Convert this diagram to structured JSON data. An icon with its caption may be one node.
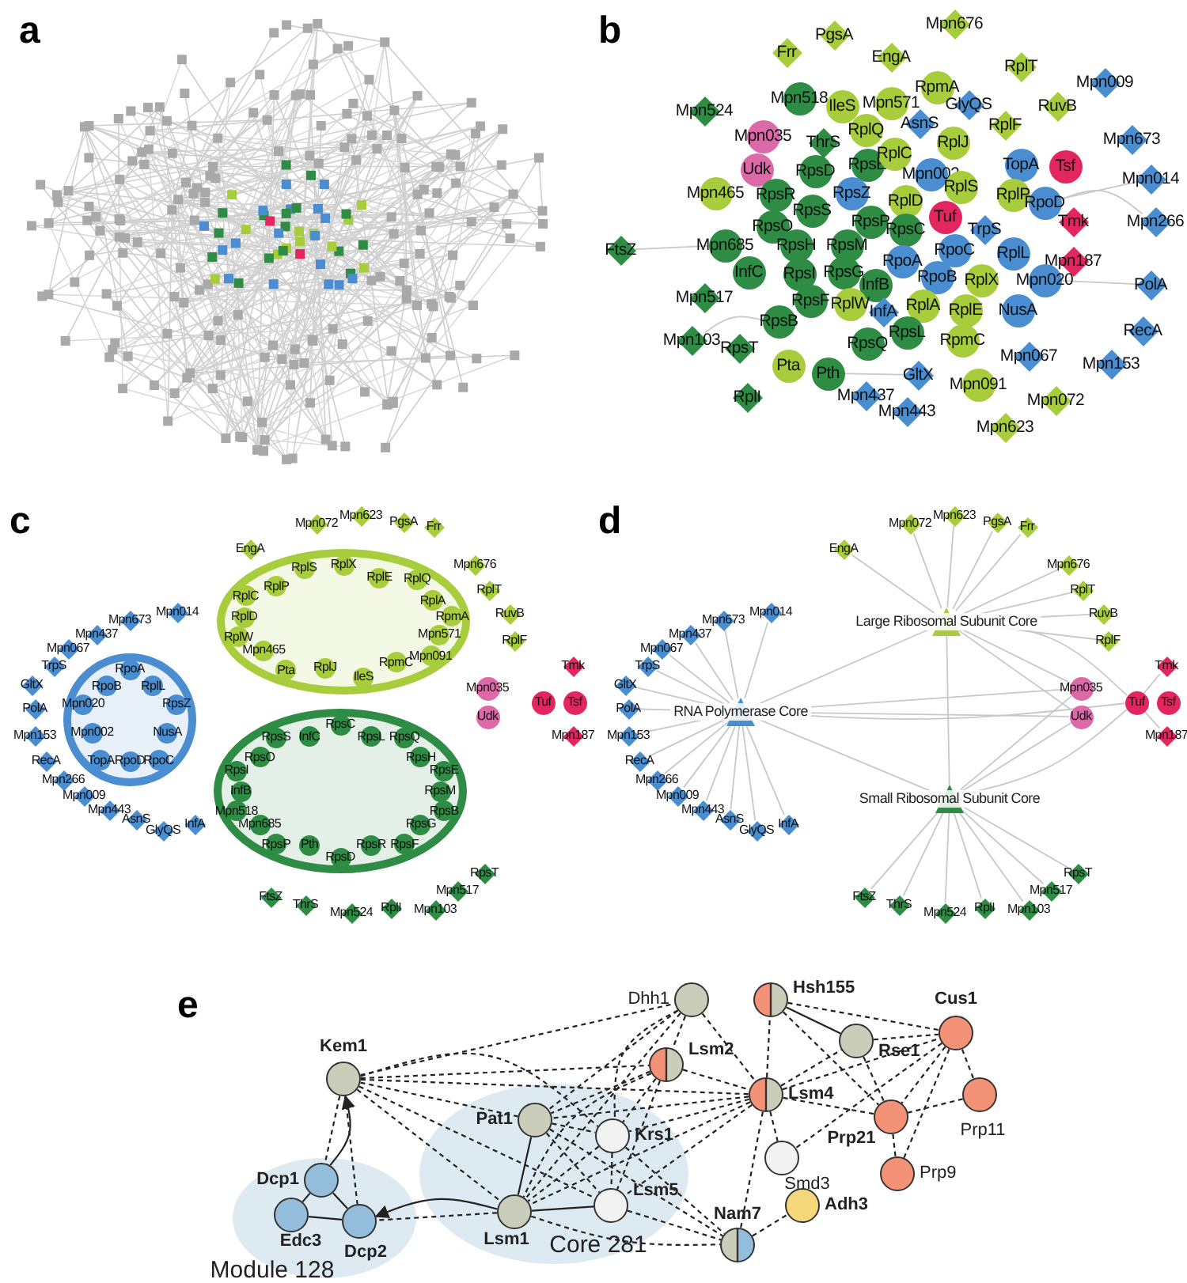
{
  "diagram": {
    "nodes": [
      {
        "text": [
          "Mpn676"
        ]
      },
      {
        "text": [
          "PgsA"
        ]
      },
      {
        "text": [
          "Frr"
        ]
      },
      {
        "text": [
          "EngA"
        ]
      },
      {
        "text": [
          "RplT"
        ]
      },
      {
        "text": [
          "Mpn009"
        ]
      },
      {
        "text": [
          "RpmA"
        ]
      },
      {
        "text": [
          "Mpn524"
        ]
      },
      {
        "text": [
          "Mpn518"
        ]
      },
      {
        "text": [
          "IleS"
        ]
      },
      {
        "text": [
          "Mpn571"
        ]
      },
      {
        "text": [
          "GlyQS"
        ]
      },
      {
        "text": [
          "RuvB"
        ]
      },
      {
        "text": [
          "Mpn035"
        ]
      },
      {
        "text": [
          "ThrS"
        ]
      },
      {
        "text": [
          "RplQ"
        ]
      },
      {
        "text": [
          "AsnS"
        ]
      },
      {
        "text": [
          "RplF"
        ]
      },
      {
        "text": [
          "RplJ"
        ]
      },
      {
        "text": [
          "Mpn673"
        ]
      },
      {
        "text": [
          "Udk"
        ]
      },
      {
        "text": [
          "RpsD"
        ]
      },
      {
        "text": [
          "RpsE"
        ]
      },
      {
        "text": [
          "RplC"
        ]
      },
      {
        "text": [
          "TopA"
        ]
      },
      {
        "text": [
          "Tsf"
        ]
      },
      {
        "text": [
          "Mpn014"
        ]
      },
      {
        "text": [
          "Mpn002"
        ]
      },
      {
        "text": [
          "RplS"
        ]
      },
      {
        "text": [
          "RplP"
        ]
      },
      {
        "text": [
          "RpoD"
        ]
      },
      {
        "text": [
          "Mpn465"
        ]
      },
      {
        "text": [
          "RpsR"
        ]
      },
      {
        "text": [
          "RpsZ"
        ]
      },
      {
        "text": [
          "RpsS"
        ]
      },
      {
        "text": [
          "RplD"
        ]
      },
      {
        "text": [
          "Tuf"
        ]
      },
      {
        "text": [
          "Tmk"
        ]
      },
      {
        "text": [
          "Mpn266"
        ]
      },
      {
        "text": [
          "RpsO"
        ]
      },
      {
        "text": [
          "RpsP"
        ]
      },
      {
        "text": [
          "RpsC"
        ]
      },
      {
        "text": [
          "TrpS"
        ]
      },
      {
        "text": [
          "Mpn685"
        ]
      },
      {
        "text": [
          "RpsH"
        ]
      },
      {
        "text": [
          "RpsM"
        ]
      },
      {
        "text": [
          "RpoC"
        ]
      },
      {
        "text": [
          "RplL"
        ]
      },
      {
        "text": [
          "FtsZ"
        ]
      },
      {
        "text": [
          "Mpn187"
        ]
      },
      {
        "text": [
          "InfC"
        ]
      },
      {
        "text": [
          "RpsI"
        ]
      },
      {
        "text": [
          "RpsG"
        ]
      },
      {
        "text": [
          "RpoA"
        ]
      },
      {
        "text": [
          "InfB"
        ]
      },
      {
        "text": [
          "RpoB"
        ]
      },
      {
        "text": [
          "RplX"
        ]
      },
      {
        "text": [
          "Mpn020"
        ]
      },
      {
        "text": [
          "PolA"
        ]
      },
      {
        "text": [
          "Mpn517"
        ]
      },
      {
        "text": [
          "RpsF"
        ]
      },
      {
        "text": [
          "RplW"
        ]
      },
      {
        "text": [
          "InfA"
        ]
      },
      {
        "text": [
          "RplA"
        ]
      },
      {
        "text": [
          "RplE"
        ]
      },
      {
        "text": [
          "NusA"
        ]
      },
      {
        "text": [
          "RecA"
        ]
      },
      {
        "text": [
          "RpsB"
        ]
      },
      {
        "text": [
          "RpsL"
        ]
      },
      {
        "text": [
          "RpmC"
        ]
      },
      {
        "text": [
          "Mpn103"
        ]
      },
      {
        "text": [
          "RpsT"
        ]
      },
      {
        "text": [
          "RpsQ"
        ]
      },
      {
        "text": [
          "Mpn067"
        ]
      },
      {
        "text": [
          "Mpn153"
        ]
      },
      {
        "text": [
          "Pta"
        ]
      },
      {
        "text": [
          "Pth"
        ]
      },
      {
        "text": [
          "GltX"
        ]
      },
      {
        "text": [
          "Mpn091"
        ]
      },
      {
        "text": [
          "Mpn072"
        ]
      },
      {
        "text": [
          "RplI"
        ]
      },
      {
        "text": [
          "Mpn437"
        ]
      },
      {
        "text": [
          "Mpn443"
        ]
      },
      {
        "text": [
          "Mpn623"
        ]
      },
      {
        "text": [],
        "shape": "ellipse"
      },
      {
        "text": [
          "RplX"
        ],
        "in": 84
      },
      {
        "text": [
          "RplE"
        ],
        "in": 84
      },
      {
        "text": [
          "RplQ"
        ],
        "in": 84
      },
      {
        "text": [
          "RplA"
        ],
        "in": 84
      },
      {
        "text": [
          "RpmA"
        ],
        "in": 84
      },
      {
        "text": [
          "Mpn571"
        ],
        "in": 84
      },
      {
        "text": [
          "Mpn091"
        ],
        "in": 84
      },
      {
        "text": [
          "RpmC"
        ],
        "in": 84
      },
      {
        "text": [
          "IleS"
        ],
        "in": 84
      },
      {
        "text": [
          "RplJ"
        ],
        "in": 84
      },
      {
        "text": [
          "Pta"
        ],
        "in": 84
      },
      {
        "text": [
          "Mpn465"
        ],
        "in": 84
      },
      {
        "text": [
          "RplW"
        ],
        "in": 84
      },
      {
        "text": [
          "RplD"
        ],
        "in": 84
      },
      {
        "text": [
          "RplC"
        ],
        "in": 84
      },
      {
        "text": [
          "RplP"
        ],
        "in": 84
      },
      {
        "text": [
          "RplS"
        ],
        "in": 84
      },
      {
        "text": [],
        "shape": "circle"
      },
      {
        "text": [
          "RpoA"
        ],
        "in": 102
      },
      {
        "text": [
          "RplL"
        ],
        "in": 102
      },
      {
        "text": [
          "RpsZ"
        ],
        "in": 102
      },
      {
        "text": [
          "NusA"
        ],
        "in": 102
      },
      {
        "text": [
          "RpoC"
        ],
        "in": 102
      },
      {
        "text": [
          "RpoD"
        ],
        "in": 102
      },
      {
        "text": [
          "TopA"
        ],
        "in": 102
      },
      {
        "text": [
          "Mpn002"
        ],
        "in": 102
      },
      {
        "text": [
          "Mpn020"
        ],
        "in": 102
      },
      {
        "text": [
          "RpoB"
        ],
        "in": 102
      },
      {
        "text": [],
        "shape": "ellipse"
      },
      {
        "text": [
          "RpsC"
        ],
        "in": 113
      },
      {
        "text": [
          "RpsL"
        ],
        "in": 113
      },
      {
        "text": [
          "RpsQ"
        ],
        "in": 113
      },
      {
        "text": [
          "RpsH"
        ],
        "in": 113
      },
      {
        "text": [
          "RpsE"
        ],
        "in": 113
      },
      {
        "text": [
          "RpsM"
        ],
        "in": 113
      },
      {
        "text": [
          "RpsB"
        ],
        "in": 113
      },
      {
        "text": [
          "RpsG"
        ],
        "in": 113
      },
      {
        "text": [
          "RpsF"
        ],
        "in": 113
      },
      {
        "text": [
          "RpsR"
        ],
        "in": 113
      },
      {
        "text": [
          "RpsD"
        ],
        "in": 113
      },
      {
        "text": [
          "Pth"
        ],
        "in": 113
      },
      {
        "text": [
          "RpsP"
        ],
        "in": 113
      },
      {
        "text": [
          "Mpn685"
        ],
        "in": 113
      },
      {
        "text": [
          "Mpn518"
        ],
        "in": 113
      },
      {
        "text": [
          "InfB"
        ],
        "in": 113
      },
      {
        "text": [
          "RpsI"
        ],
        "in": 113
      },
      {
        "text": [
          "RpsO"
        ],
        "in": 113
      },
      {
        "text": [
          "RpsS"
        ],
        "in": 113
      },
      {
        "text": [
          "InfC"
        ],
        "in": 113
      },
      {
        "text": [
          "EngA"
        ]
      },
      {
        "text": [
          "Mpn072"
        ]
      },
      {
        "text": [
          "Mpn623"
        ]
      },
      {
        "text": [
          "PgsA"
        ]
      },
      {
        "text": [
          "Frr"
        ]
      },
      {
        "text": [
          "Mpn676"
        ]
      },
      {
        "text": [
          "RplT"
        ]
      },
      {
        "text": [
          "RuvB"
        ]
      },
      {
        "text": [
          "RplF"
        ]
      },
      {
        "text": [
          "Mpn673"
        ]
      },
      {
        "text": [
          "Mpn014"
        ]
      },
      {
        "text": [
          "Mpn437"
        ]
      },
      {
        "text": [
          "Mpn067"
        ]
      },
      {
        "text": [
          "TrpS"
        ]
      },
      {
        "text": [
          "GltX"
        ]
      },
      {
        "text": [
          "PolA"
        ]
      },
      {
        "text": [
          "Mpn153"
        ]
      },
      {
        "text": [
          "RecA"
        ]
      },
      {
        "text": [
          "Mpn266"
        ]
      },
      {
        "text": [
          "Mpn009"
        ]
      },
      {
        "text": [
          "Mpn443"
        ]
      },
      {
        "text": [
          "AsnS"
        ]
      },
      {
        "text": [
          "GlyQS"
        ]
      },
      {
        "text": [
          "InfA"
        ]
      },
      {
        "text": [
          "Tmk"
        ]
      },
      {
        "text": [
          "Mpn035"
        ]
      },
      {
        "text": [
          "Tuf"
        ]
      },
      {
        "text": [
          "Tsf"
        ]
      },
      {
        "text": [
          "Udk"
        ]
      },
      {
        "text": [
          "Mpn187"
        ]
      },
      {
        "text": [
          "RpsT"
        ]
      },
      {
        "text": [
          "Mpn517"
        ]
      },
      {
        "text": [
          "Mpn103"
        ]
      },
      {
        "text": [
          "RplI"
        ]
      },
      {
        "text": [
          "Mpn524"
        ]
      },
      {
        "text": [
          "ThrS"
        ]
      },
      {
        "text": [
          "FtsZ"
        ]
      },
      {
        "text": [
          "Large Ribosomal Subunit Core"
        ]
      },
      {
        "text": [
          "RNA Polymerase Core"
        ]
      },
      {
        "text": [
          "Small Ribosomal Subunit Core"
        ]
      },
      {
        "text": [
          "EngA"
        ]
      },
      {
        "text": [
          "Mpn072"
        ]
      },
      {
        "text": [
          "Mpn623"
        ]
      },
      {
        "text": [
          "PgsA"
        ]
      },
      {
        "text": [
          "Frr"
        ]
      },
      {
        "text": [
          "Mpn676"
        ]
      },
      {
        "text": [
          "RplT"
        ]
      },
      {
        "text": [
          "RuvB"
        ]
      },
      {
        "text": [
          "RplF"
        ]
      },
      {
        "text": [
          "Mpn673"
        ]
      },
      {
        "text": [
          "Mpn014"
        ]
      },
      {
        "text": [
          "Mpn437"
        ]
      },
      {
        "text": [
          "Mpn067"
        ]
      },
      {
        "text": [
          "TrpS"
        ]
      },
      {
        "text": [
          "GltX"
        ]
      },
      {
        "text": [
          "PolA"
        ]
      },
      {
        "text": [
          "Mpn153"
        ]
      },
      {
        "text": [
          "RecA"
        ]
      },
      {
        "text": [
          "Mpn266"
        ]
      },
      {
        "text": [
          "Mpn009"
        ]
      },
      {
        "text": [
          "Mpn443"
        ]
      },
      {
        "text": [
          "AsnS"
        ]
      },
      {
        "text": [
          "GlyQS"
        ]
      },
      {
        "text": [
          "InfA"
        ]
      },
      {
        "text": [
          "Tmk"
        ]
      },
      {
        "text": [
          "Mpn035"
        ]
      },
      {
        "text": [
          "Tuf"
        ]
      },
      {
        "text": [
          "Tsf"
        ]
      },
      {
        "text": [
          "Udk"
        ]
      },
      {
        "text": [
          "Mpn187"
        ]
      },
      {
        "text": [
          "RpsT"
        ]
      },
      {
        "text": [
          "Mpn517"
        ]
      },
      {
        "text": [
          "Mpn103"
        ]
      },
      {
        "text": [
          "RplI"
        ]
      },
      {
        "text": [
          "Mpn524"
        ]
      },
      {
        "text": [
          "ThrS"
        ]
      },
      {
        "text": [
          "FtsZ"
        ]
      },
      {
        "text": [
          "Module 128"
        ]
      },
      {
        "text": [
          "Dcp1"
        ],
        "in": 211
      },
      {
        "text": [
          "Edc3"
        ],
        "in": 211
      },
      {
        "text": [
          "Dcp2"
        ],
        "in": 211
      },
      {
        "text": [
          "Core 281"
        ]
      },
      {
        "text": [
          "Pat1"
        ],
        "in": 215
      },
      {
        "text": [
          "Krs1"
        ],
        "in": 215
      },
      {
        "text": [
          "Lsm5"
        ],
        "in": 215
      },
      {
        "text": [
          "Lsm1"
        ],
        "in": 215
      },
      {
        "text": [
          "Kem1"
        ]
      },
      {
        "text": [
          "Dhh1"
        ]
      },
      {
        "text": [
          "Hsh155"
        ]
      },
      {
        "text": [
          "Cus1"
        ]
      },
      {
        "text": [
          "Lsm2"
        ]
      },
      {
        "text": [
          "Rse1"
        ]
      },
      {
        "text": [
          "Lsm4"
        ]
      },
      {
        "text": [
          "Prp11"
        ]
      },
      {
        "text": [
          "Prp21"
        ]
      },
      {
        "text": [
          "Smd3"
        ]
      },
      {
        "text": [
          "Prp9"
        ]
      },
      {
        "text": [
          "Nam7"
        ]
      },
      {
        "text": [
          "Adh3"
        ]
      }
    ],
    "edges": [
      {
        "from": 48,
        "to": 43,
        "arrow": "none",
        "color": "#c8c8c8"
      },
      {
        "from": 58,
        "to": 57,
        "arrow": "none",
        "color": "#c8c8c8"
      },
      {
        "from": 38,
        "to": 30,
        "arrow": "none",
        "color": "#c8c8c8"
      },
      {
        "from": 26,
        "to": 30,
        "arrow": "none",
        "color": "#c8c8c8"
      },
      {
        "from": 76,
        "to": 77,
        "arrow": "none",
        "color": "#c8c8c8"
      },
      {
        "from": 70,
        "to": 67,
        "arrow": "none",
        "color": "#c8c8c8"
      },
      {
        "from": 171,
        "to": 174,
        "arrow": "none",
        "color": "#c8c8c8"
      },
      {
        "from": 171,
        "to": 175,
        "arrow": "none",
        "color": "#c8c8c8"
      },
      {
        "from": 171,
        "to": 176,
        "arrow": "none",
        "color": "#c8c8c8"
      },
      {
        "from": 171,
        "to": 177,
        "arrow": "none",
        "color": "#c8c8c8"
      },
      {
        "from": 171,
        "to": 178,
        "arrow": "none",
        "color": "#c8c8c8"
      },
      {
        "from": 171,
        "to": 179,
        "arrow": "none",
        "color": "#c8c8c8"
      },
      {
        "from": 171,
        "to": 180,
        "arrow": "none",
        "color": "#c8c8c8"
      },
      {
        "from": 171,
        "to": 181,
        "arrow": "none",
        "color": "#c8c8c8"
      },
      {
        "from": 171,
        "to": 182,
        "arrow": "none",
        "color": "#c8c8c8"
      },
      {
        "from": 172,
        "to": 183,
        "arrow": "none",
        "color": "#c8c8c8"
      },
      {
        "from": 172,
        "to": 184,
        "arrow": "none",
        "color": "#c8c8c8"
      },
      {
        "from": 172,
        "to": 185,
        "arrow": "none",
        "color": "#c8c8c8"
      },
      {
        "from": 172,
        "to": 186,
        "arrow": "none",
        "color": "#c8c8c8"
      },
      {
        "from": 172,
        "to": 187,
        "arrow": "none",
        "color": "#c8c8c8"
      },
      {
        "from": 172,
        "to": 188,
        "arrow": "none",
        "color": "#c8c8c8"
      },
      {
        "from": 172,
        "to": 189,
        "arrow": "none",
        "color": "#c8c8c8"
      },
      {
        "from": 172,
        "to": 190,
        "arrow": "none",
        "color": "#c8c8c8"
      },
      {
        "from": 172,
        "to": 191,
        "arrow": "none",
        "color": "#c8c8c8"
      },
      {
        "from": 172,
        "to": 192,
        "arrow": "none",
        "color": "#c8c8c8"
      },
      {
        "from": 172,
        "to": 193,
        "arrow": "none",
        "color": "#c8c8c8"
      },
      {
        "from": 172,
        "to": 194,
        "arrow": "none",
        "color": "#c8c8c8"
      },
      {
        "from": 172,
        "to": 195,
        "arrow": "none",
        "color": "#c8c8c8"
      },
      {
        "from": 172,
        "to": 196,
        "arrow": "none",
        "color": "#c8c8c8"
      },
      {
        "from": 172,
        "to": 197,
        "arrow": "none",
        "color": "#c8c8c8"
      },
      {
        "from": 173,
        "to": 204,
        "arrow": "none",
        "color": "#c8c8c8"
      },
      {
        "from": 173,
        "to": 205,
        "arrow": "none",
        "color": "#c8c8c8"
      },
      {
        "from": 173,
        "to": 206,
        "arrow": "none",
        "color": "#c8c8c8"
      },
      {
        "from": 173,
        "to": 207,
        "arrow": "none",
        "color": "#c8c8c8"
      },
      {
        "from": 173,
        "to": 208,
        "arrow": "none",
        "color": "#c8c8c8"
      },
      {
        "from": 173,
        "to": 209,
        "arrow": "none",
        "color": "#c8c8c8"
      },
      {
        "from": 173,
        "to": 210,
        "arrow": "none",
        "color": "#c8c8c8"
      },
      {
        "from": 171,
        "to": 172,
        "arrow": "none",
        "color": "#c8c8c8"
      },
      {
        "from": 172,
        "to": 173,
        "arrow": "none",
        "color": "#c8c8c8"
      },
      {
        "from": 171,
        "to": 173,
        "arrow": "none",
        "color": "#c8c8c8"
      },
      {
        "from": 171,
        "to": 199,
        "arrow": "none",
        "color": "#c8c8c8"
      },
      {
        "from": 171,
        "to": 202,
        "arrow": "none",
        "color": "#c8c8c8"
      },
      {
        "from": 171,
        "to": 200,
        "arrow": "none",
        "color": "#c8c8c8"
      },
      {
        "from": 172,
        "to": 199,
        "arrow": "none",
        "color": "#c8c8c8"
      },
      {
        "from": 172,
        "to": 202,
        "arrow": "none",
        "color": "#c8c8c8"
      },
      {
        "from": 172,
        "to": 200,
        "arrow": "none",
        "color": "#c8c8c8"
      },
      {
        "from": 173,
        "to": 199,
        "arrow": "none",
        "color": "#c8c8c8"
      },
      {
        "from": 173,
        "to": 202,
        "arrow": "none",
        "color": "#c8c8c8"
      },
      {
        "from": 173,
        "to": 200,
        "arrow": "none",
        "color": "#c8c8c8"
      },
      {
        "from": 200,
        "to": 198,
        "arrow": "none",
        "color": "#c8c8c8"
      },
      {
        "from": 200,
        "to": 203,
        "arrow": "none",
        "color": "#c8c8c8"
      },
      {
        "from": 212,
        "to": 213,
        "arrow": "none"
      },
      {
        "from": 212,
        "to": 214,
        "arrow": "none"
      },
      {
        "from": 213,
        "to": 214,
        "arrow": "none"
      },
      {
        "from": 216,
        "to": 219,
        "arrow": "none"
      },
      {
        "from": 219,
        "to": 218,
        "arrow": "none"
      },
      {
        "from": 222,
        "to": 225,
        "arrow": "none"
      },
      {
        "from": 220,
        "to": 212,
        "arrow": "none",
        "style": "dashed"
      },
      {
        "from": 212,
        "to": 220,
        "arrow": "to"
      },
      {
        "from": 220,
        "to": 214,
        "arrow": "none",
        "style": "dashed"
      },
      {
        "from": 219,
        "to": 214,
        "arrow": "none",
        "style": "dashed"
      },
      {
        "from": 219,
        "to": 214,
        "arrow": "to"
      },
      {
        "from": 220,
        "to": 216,
        "arrow": "none",
        "style": "dashed"
      },
      {
        "from": 220,
        "to": 219,
        "arrow": "none",
        "style": "dashed"
      },
      {
        "from": 220,
        "to": 217,
        "arrow": "none",
        "style": "dashed"
      },
      {
        "from": 220,
        "to": 218,
        "arrow": "none",
        "style": "dashed"
      },
      {
        "from": 220,
        "to": 224,
        "arrow": "none",
        "style": "dashed"
      },
      {
        "from": 220,
        "to": 226,
        "arrow": "none",
        "style": "dashed"
      },
      {
        "from": 220,
        "to": 221,
        "arrow": "none",
        "style": "dashed"
      },
      {
        "from": 221,
        "to": 216,
        "arrow": "none",
        "style": "dashed"
      },
      {
        "from": 221,
        "to": 224,
        "arrow": "none",
        "style": "dashed"
      },
      {
        "from": 221,
        "to": 226,
        "arrow": "none",
        "style": "dashed"
      },
      {
        "from": 221,
        "to": 217,
        "arrow": "none",
        "style": "dashed"
      },
      {
        "from": 221,
        "to": 219,
        "arrow": "none",
        "style": "dashed"
      },
      {
        "from": 224,
        "to": 216,
        "arrow": "none",
        "style": "dashed"
      },
      {
        "from": 224,
        "to": 226,
        "arrow": "none",
        "style": "dashed"
      },
      {
        "from": 224,
        "to": 217,
        "arrow": "none",
        "style": "dashed"
      },
      {
        "from": 224,
        "to": 219,
        "arrow": "none",
        "style": "dashed"
      },
      {
        "from": 224,
        "to": 218,
        "arrow": "none",
        "style": "dashed"
      },
      {
        "from": 226,
        "to": 216,
        "arrow": "none",
        "style": "dashed"
      },
      {
        "from": 226,
        "to": 217,
        "arrow": "none",
        "style": "dashed"
      },
      {
        "from": 226,
        "to": 218,
        "arrow": "none",
        "style": "dashed"
      },
      {
        "from": 226,
        "to": 219,
        "arrow": "none",
        "style": "dashed"
      },
      {
        "from": 226,
        "to": 229,
        "arrow": "none",
        "style": "dashed"
      },
      {
        "from": 226,
        "to": 228,
        "arrow": "none",
        "style": "dashed"
      },
      {
        "from": 226,
        "to": 222,
        "arrow": "none",
        "style": "dashed"
      },
      {
        "from": 226,
        "to": 225,
        "arrow": "none",
        "style": "dashed"
      },
      {
        "from": 226,
        "to": 223,
        "arrow": "none",
        "style": "dashed"
      },
      {
        "from": 226,
        "to": 231,
        "arrow": "none",
        "style": "dashed"
      },
      {
        "from": 222,
        "to": 228,
        "arrow": "none",
        "style": "dashed"
      },
      {
        "from": 222,
        "to": 223,
        "arrow": "none",
        "style": "dashed"
      },
      {
        "from": 225,
        "to": 228,
        "arrow": "none",
        "style": "dashed"
      },
      {
        "from": 225,
        "to": 223,
        "arrow": "none",
        "style": "dashed"
      },
      {
        "from": 223,
        "to": 228,
        "arrow": "none",
        "style": "dashed"
      },
      {
        "from": 223,
        "to": 230,
        "arrow": "none",
        "style": "dashed"
      },
      {
        "from": 223,
        "to": 227,
        "arrow": "none",
        "style": "dashed"
      },
      {
        "from": 223,
        "to": 229,
        "arrow": "none",
        "style": "dashed"
      },
      {
        "from": 227,
        "to": 228,
        "arrow": "none",
        "style": "dashed"
      },
      {
        "from": 228,
        "to": 230,
        "arrow": "none",
        "style": "dashed"
      },
      {
        "from": 216,
        "to": 217,
        "arrow": "none",
        "style": "dashed"
      },
      {
        "from": 216,
        "to": 218,
        "arrow": "none",
        "style": "dashed"
      },
      {
        "from": 216,
        "to": 231,
        "arrow": "none",
        "style": "dashed"
      },
      {
        "from": 217,
        "to": 219,
        "arrow": "none",
        "style": "dashed"
      },
      {
        "from": 217,
        "to": 218,
        "arrow": "none",
        "style": "dashed"
      },
      {
        "from": 217,
        "to": 231,
        "arrow": "none",
        "style": "dashed"
      },
      {
        "from": 218,
        "to": 231,
        "arrow": "none",
        "style": "dashed"
      },
      {
        "from": 219,
        "to": 231,
        "arrow": "none",
        "style": "dashed"
      },
      {
        "from": 231,
        "to": 232,
        "arrow": "none",
        "style": "dashed"
      }
    ],
    "labels": [
      "a",
      "b",
      "c",
      "d",
      "e"
    ]
  }
}
